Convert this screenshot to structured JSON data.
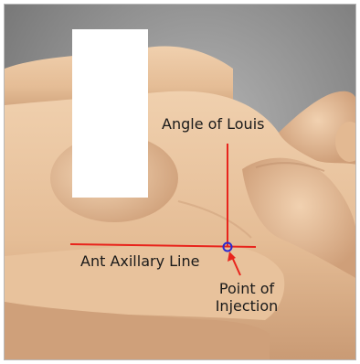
{
  "annotations": {
    "angle_of_louis": "Angle of Louis",
    "ant_axillary_line": "Ant Axillary Line",
    "point_of_injection_line1": "Point of",
    "point_of_injection_line2": "Injection"
  },
  "colors": {
    "background_dark": "#707070",
    "background_light": "#b4b4b4",
    "skin_light": "#ecc8a4",
    "skin_mid": "#d9ae88",
    "skin_shadow": "#b98c68",
    "guide_line": "#e8241c",
    "injection_marker": "#2b2bd0",
    "arrow": "#e8241c"
  }
}
